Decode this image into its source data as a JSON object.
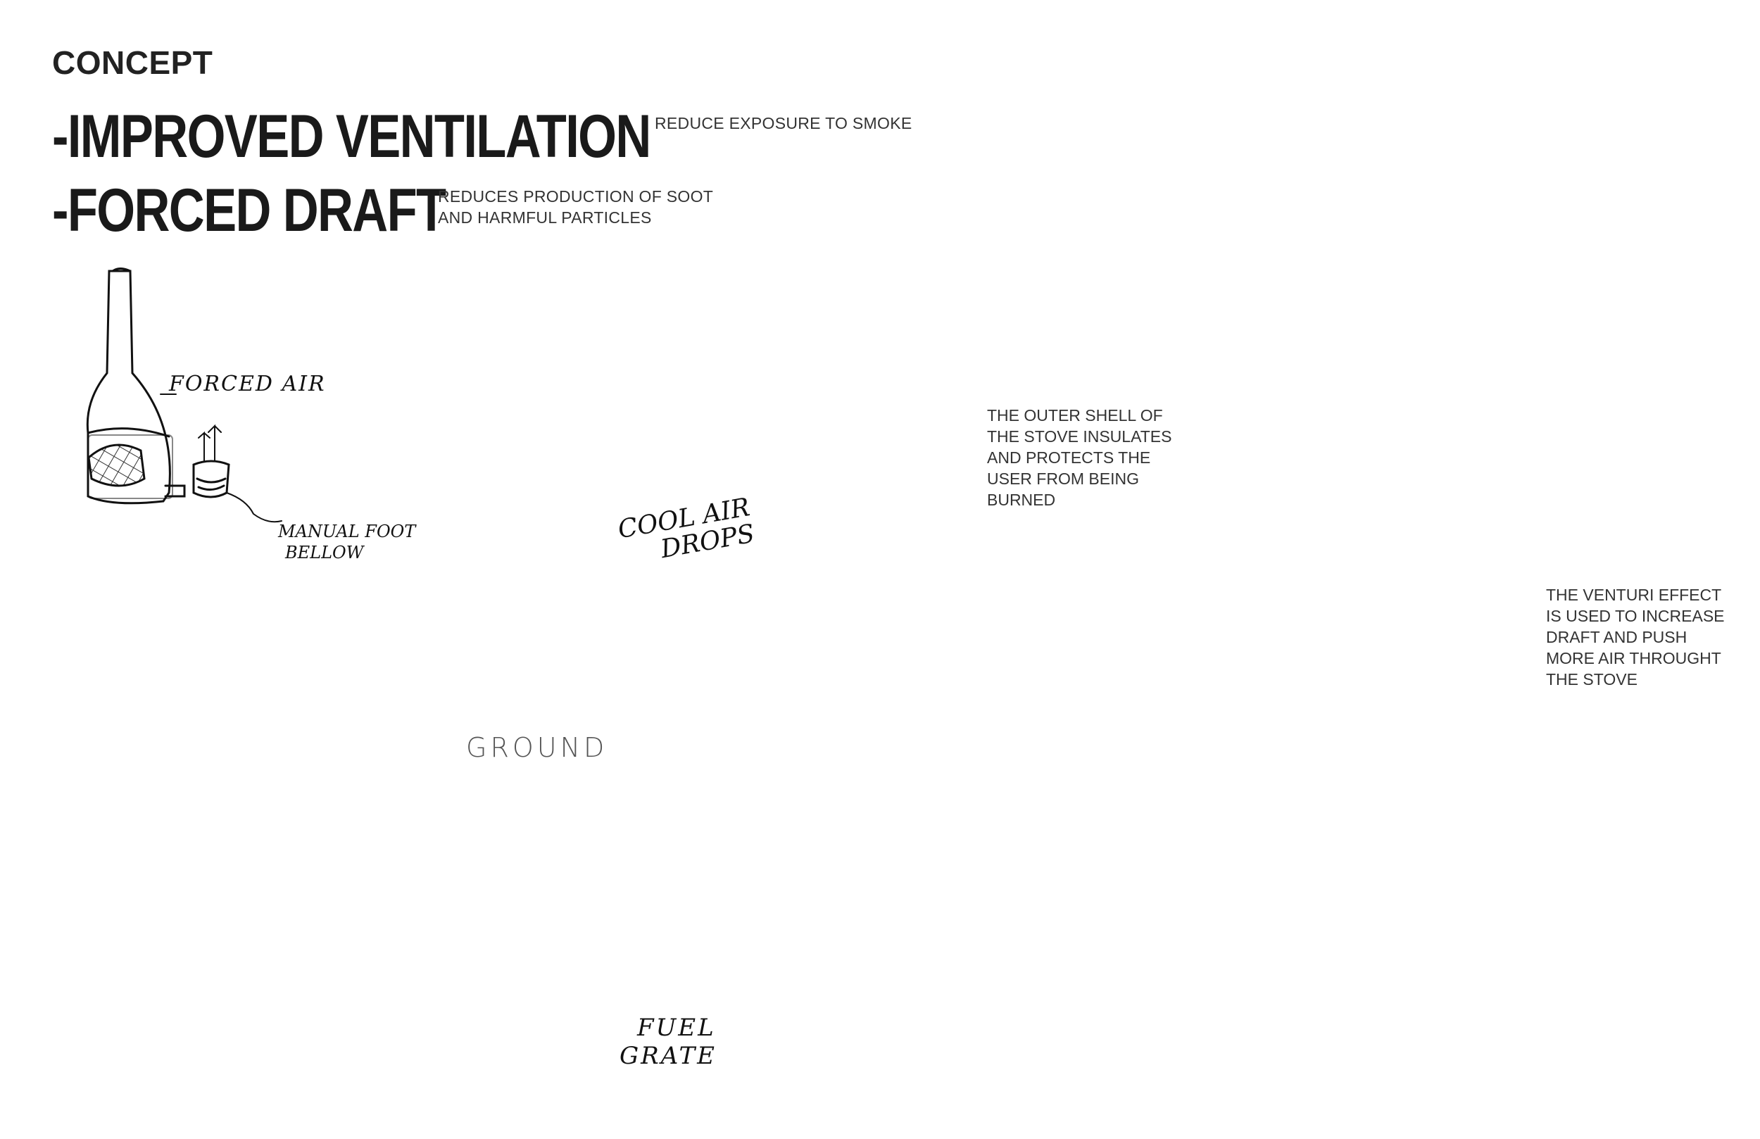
{
  "header": {
    "concept": "CONCEPT",
    "line1": "-IMPROVED VENTILATION",
    "line1_note": "REDUCE EXPOSURE TO SMOKE",
    "line2": "-FORCED DRAFT",
    "line2_note_a": "REDUCES PRODUCTION OF SOOT",
    "line2_note_b": "AND HARMFUL PARTICLES"
  },
  "sketch_labels": {
    "forced_air": "FORCED AIR",
    "bellow_a": "MANUAL FOOT",
    "bellow_b": "BELLOW",
    "cool_a": "COOL AIR",
    "cool_b": "DROPS",
    "ground": "GROUND",
    "fuel": "FUEL",
    "grate": "GRATE"
  },
  "annotations": {
    "shell": [
      "THE OUTER SHELL OF",
      "THE STOVE INSULATES",
      "AND PROTECTS THE",
      "USER FROM BEING",
      "BURNED"
    ],
    "venturi": [
      "THE VENTURI EFFECT",
      "IS USED TO INCREASE",
      "DRAFT AND PUSH",
      "MORE AIR THROUGHT",
      "THE STOVE"
    ]
  },
  "colors": {
    "hot_air": "#c8101e",
    "cool_air": "#3a7fe0",
    "ink": "#111111",
    "shadow": "#3a3d45"
  }
}
